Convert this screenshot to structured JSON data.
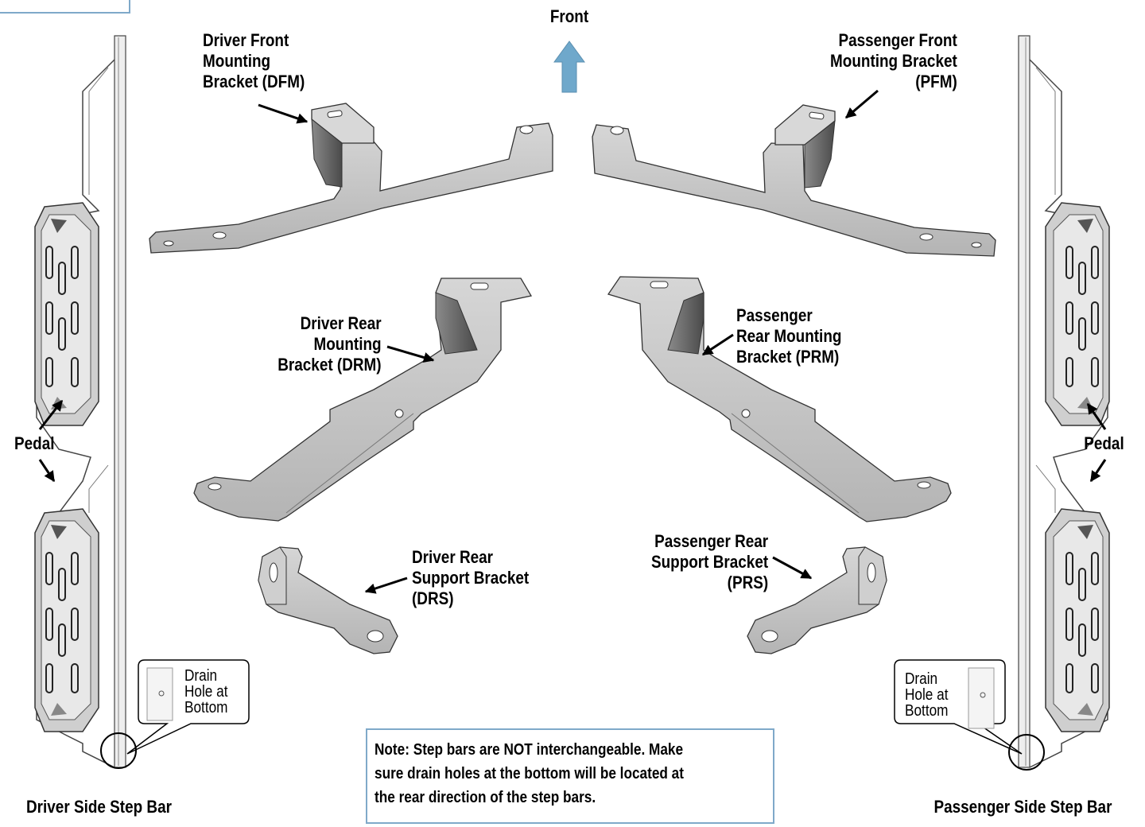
{
  "direction": {
    "label": "Front",
    "arrow_color": "#6fa8cb"
  },
  "labels": {
    "dfm": [
      "Driver Front",
      "Mounting",
      "Bracket (DFM)"
    ],
    "pfm": [
      "Passenger Front",
      "Mounting Bracket",
      "(PFM)"
    ],
    "drm": [
      "Driver Rear",
      "Mounting",
      "Bracket (DRM)"
    ],
    "prm": [
      "Passenger",
      "Rear Mounting",
      "Bracket (PRM)"
    ],
    "drs": [
      "Driver Rear",
      "Support Bracket",
      "(DRS)"
    ],
    "prs": [
      "Passenger Rear",
      "Support Bracket",
      "(PRS)"
    ],
    "pedal_left": "Pedal",
    "pedal_right": "Pedal",
    "driver_bar": "Driver Side Step Bar",
    "passenger_bar": "Passenger Side Step Bar"
  },
  "drain_callout": {
    "left": [
      "Drain",
      "Hole at",
      "Bottom"
    ],
    "right": [
      "Drain",
      "Hole at",
      "Bottom"
    ]
  },
  "note": [
    "Note: Step bars are NOT interchangeable. Make",
    "sure drain holes at the bottom will be located at",
    "the rear direction of the step bars."
  ],
  "colors": {
    "accent_border": "#7fa9c9",
    "part_fill": "#c8c8c8",
    "part_shadow": "#5f5f5f"
  }
}
